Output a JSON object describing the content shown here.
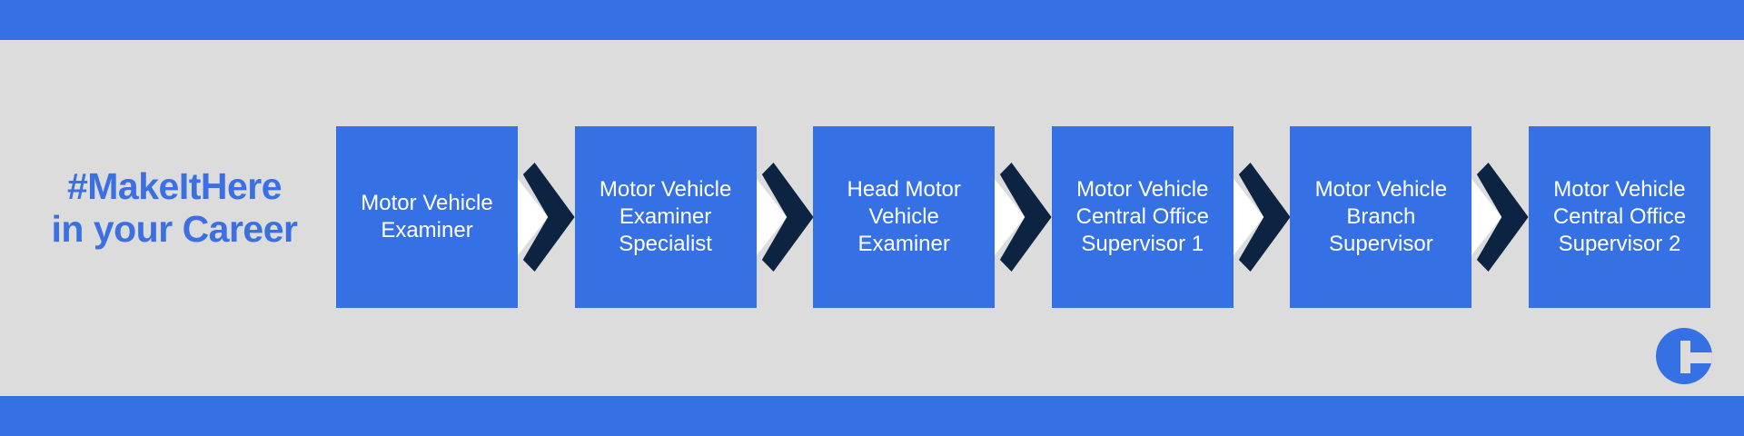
{
  "headline": {
    "line1": "#MakeItHere",
    "line2": "in your Career"
  },
  "flow": {
    "steps": [
      {
        "label": "Motor Vehicle\nExaminer"
      },
      {
        "label": "Motor Vehicle\nExaminer\nSpecialist"
      },
      {
        "label": "Head Motor\nVehicle\nExaminer"
      },
      {
        "label": "Motor Vehicle\nCentral Office\nSupervisor 1"
      },
      {
        "label": "Motor Vehicle\nBranch\nSupervisor"
      },
      {
        "label": "Motor Vehicle\nCentral Office\nSupervisor 2"
      }
    ]
  },
  "icons": {
    "between_steps": "chevron-right-icon",
    "bottom_right": "brand-circle-logo-icon"
  },
  "colors": {
    "brand_blue": "#3571E4",
    "headline_blue": "#3C70E2",
    "arrow_navy": "#0D2342",
    "arrow_white": "#FFFFFF",
    "step_text": "#FFFFFF",
    "background_gray": "#DCDCDC"
  }
}
